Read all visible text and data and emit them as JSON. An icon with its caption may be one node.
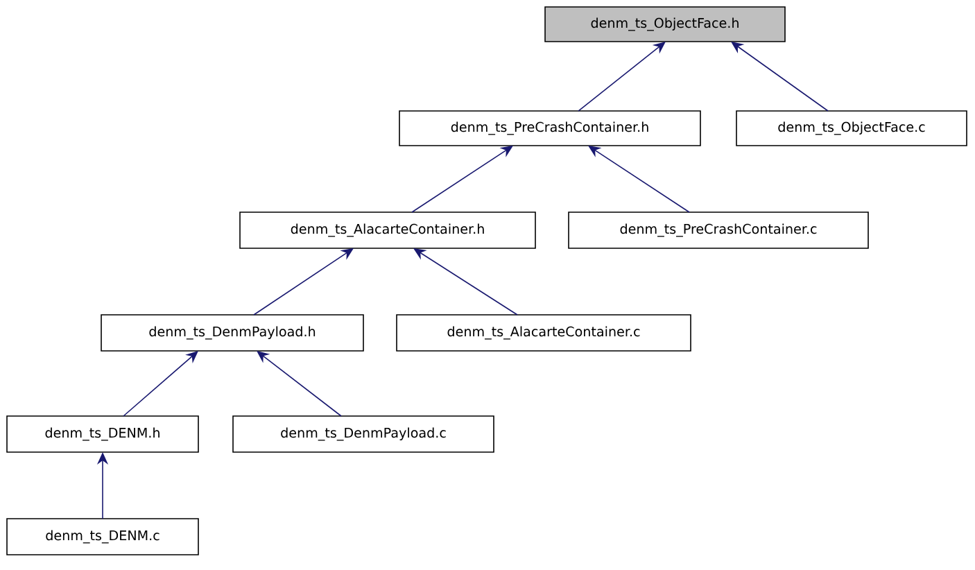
{
  "diagram": {
    "nodes": [
      {
        "text": [
          "denm_ts_ObjectFace.h"
        ]
      },
      {
        "text": [
          "denm_ts_PreCrashContainer.h"
        ]
      },
      {
        "text": [
          "denm_ts_ObjectFace.c"
        ]
      },
      {
        "text": [
          "denm_ts_AlacarteContainer.h"
        ]
      },
      {
        "text": [
          "denm_ts_PreCrashContainer.c"
        ]
      },
      {
        "text": [
          "denm_ts_DenmPayload.h"
        ]
      },
      {
        "text": [
          "denm_ts_AlacarteContainer.c"
        ]
      },
      {
        "text": [
          "denm_ts_DENM.h"
        ]
      },
      {
        "text": [
          "denm_ts_DenmPayload.c"
        ]
      },
      {
        "text": [
          "denm_ts_DENM.c"
        ]
      }
    ],
    "edges": [
      {
        "from": 1,
        "to": 0,
        "arrow": "to"
      },
      {
        "from": 2,
        "to": 0,
        "arrow": "to"
      },
      {
        "from": 3,
        "to": 1,
        "arrow": "to"
      },
      {
        "from": 4,
        "to": 1,
        "arrow": "to"
      },
      {
        "from": 5,
        "to": 3,
        "arrow": "to"
      },
      {
        "from": 6,
        "to": 3,
        "arrow": "to"
      },
      {
        "from": 7,
        "to": 5,
        "arrow": "to"
      },
      {
        "from": 8,
        "to": 5,
        "arrow": "to"
      },
      {
        "from": 9,
        "to": 7,
        "arrow": "to"
      }
    ]
  }
}
